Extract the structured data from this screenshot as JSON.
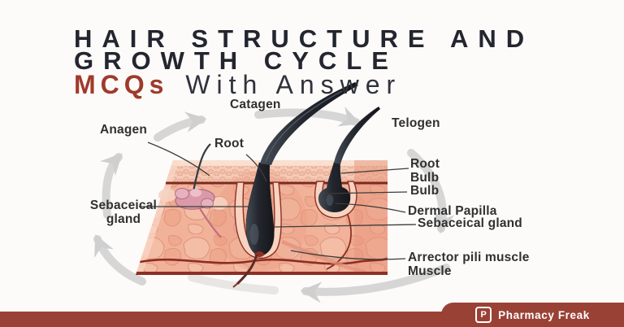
{
  "title": {
    "line1": "HAIR STRUCTURE AND",
    "line2": "GROWTH CYCLE",
    "line3_accent": "MCQs",
    "line3_rest": "With Answer"
  },
  "diagram_labels": {
    "catagen": "Catagen",
    "anagen": "Anagen",
    "root": "Root",
    "telogen": "Telogen",
    "root_bulb_l1": "Root",
    "root_bulb_l2": "Bulb",
    "bulb": "Bulb",
    "dermal_papilla": "Dermal Papilla",
    "sebaceous_right": "Sebaceical gland",
    "sebaceous_left_l1": "Sebaceical",
    "sebaceous_left_l2": "gland",
    "arrector_l1": "Arrector pili muscle",
    "arrector_l2": "Muscle"
  },
  "footer": {
    "brand": "Pharmacy Freak",
    "logo_letter": "P"
  },
  "colors": {
    "accent_maroon": "#9a4136",
    "mcq_red": "#a03a2c",
    "title_dark": "#23252f",
    "label_dark": "#303030",
    "cycle_arrow_gray": "#d6d6d6",
    "skin_base": "#f2b29a",
    "hair_dark": "#22262d",
    "vessel_red": "#8c2d23"
  }
}
